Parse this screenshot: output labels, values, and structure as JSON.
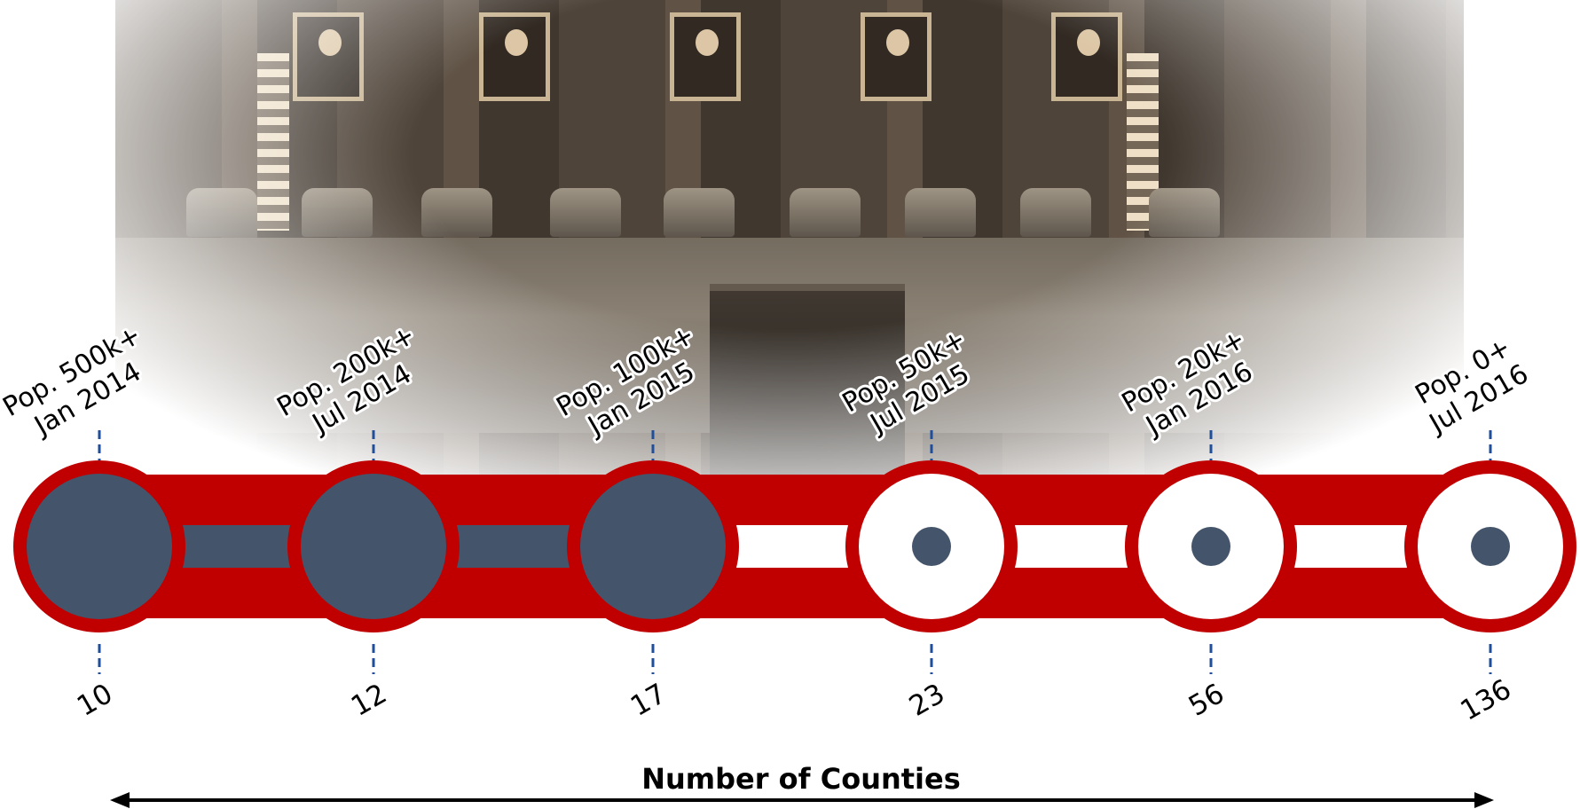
{
  "colors": {
    "red": "#c00000",
    "navy": "#44546a",
    "white": "#ffffff",
    "tick": "#1f4e9a",
    "arrow": "#000000"
  },
  "milestones": [
    {
      "pop": "Pop. 500k+",
      "date": "Jan 2014",
      "count": "10",
      "filled": true
    },
    {
      "pop": "Pop. 200k+",
      "date": "Jul 2014",
      "count": "12",
      "filled": true
    },
    {
      "pop": "Pop. 100k+",
      "date": "Jan 2015",
      "count": "17",
      "filled": true
    },
    {
      "pop": "Pop. 50k+",
      "date": "Jul 2015",
      "count": "23",
      "filled": false
    },
    {
      "pop": "Pop. 20k+",
      "date": "Jan 2016",
      "count": "56",
      "filled": false
    },
    {
      "pop": "Pop. 0+",
      "date": "Jul 2016",
      "count": "136",
      "filled": false
    }
  ],
  "axis_title": "Number of Counties",
  "background": {
    "description_icon": "courtroom-photo"
  }
}
